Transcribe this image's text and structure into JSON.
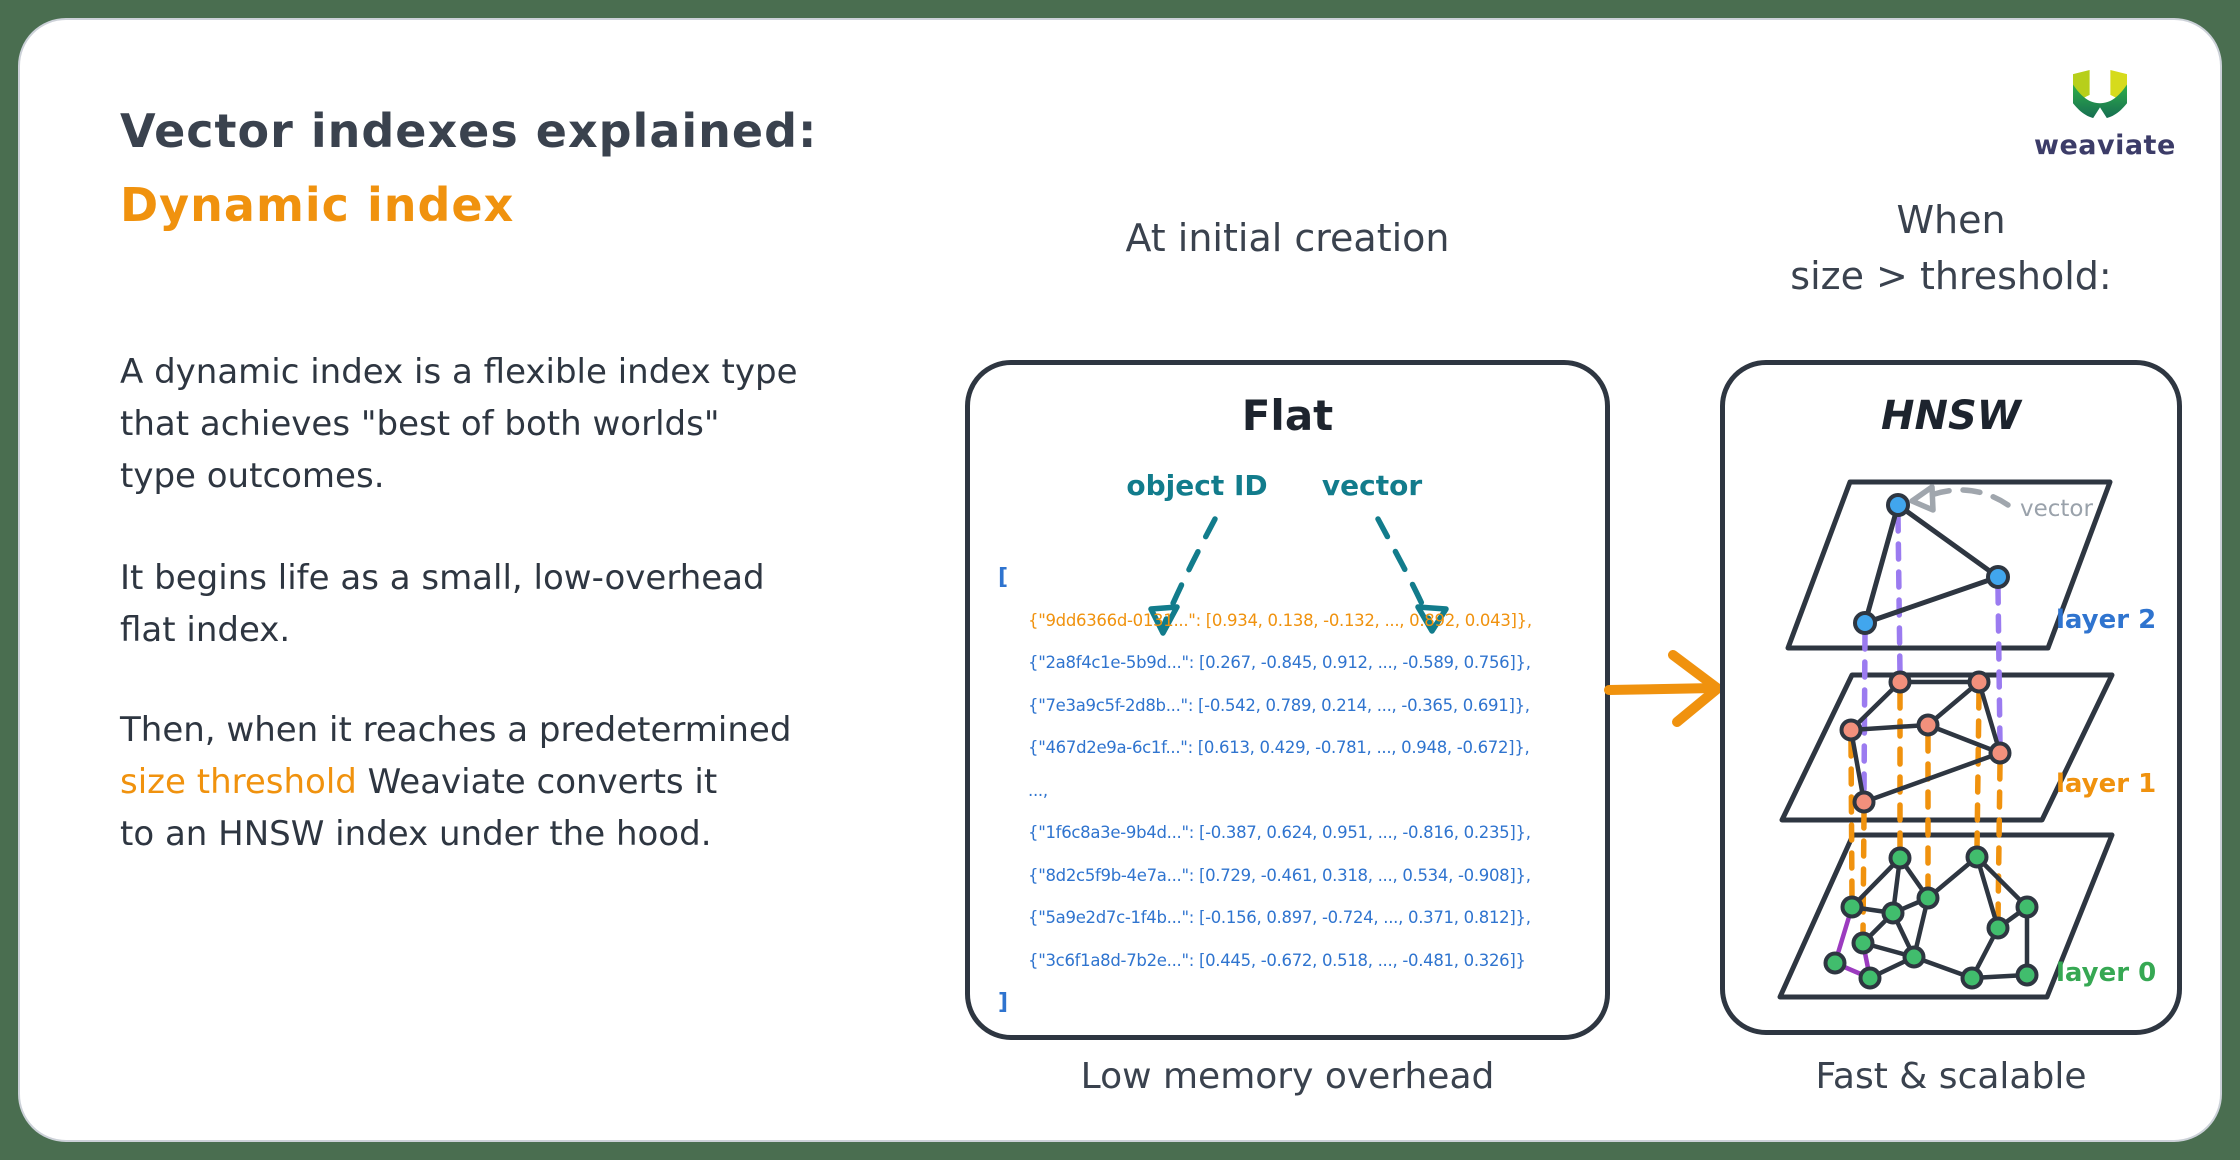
{
  "header": {
    "title_line1": "Vector indexes explained:",
    "title_line2": "Dynamic index",
    "brand": "weaviate"
  },
  "intro": {
    "p1_line1": "A dynamic index is a flexible index type",
    "p1_line2": "that achieves \"best of both worlds\"",
    "p1_line3": "type outcomes.",
    "p2_line1": "It begins life as a small, low-overhead",
    "p2_line2": "flat index.",
    "p3_line1": "Then, when it reaches a predetermined",
    "p3_line2_highlight": "size threshold",
    "p3_line2_rest": " Weaviate converts it",
    "p3_line3": "to an HNSW index under the hood."
  },
  "flat_panel": {
    "header": "At initial creation",
    "title": "Flat",
    "object_id_label": "object ID",
    "vector_label": "vector",
    "bracket_open": "[",
    "bracket_close": "]",
    "rows": [
      {
        "text": "{\"9dd6366d-0131...\": [0.934, 0.138, -0.132, ..., 0.892, 0.043]},",
        "color": "#f0920e"
      },
      {
        "text": "{\"2a8f4c1e-5b9d...\": [0.267, -0.845, 0.912, ..., -0.589, 0.756]},",
        "color": "#2f74cf"
      },
      {
        "text": "{\"7e3a9c5f-2d8b...\": [-0.542, 0.789, 0.214, ..., -0.365, 0.691]},",
        "color": "#2f74cf"
      },
      {
        "text": "{\"467d2e9a-6c1f...\": [0.613, 0.429, -0.781, ..., 0.948, -0.672]},",
        "color": "#2f74cf"
      },
      {
        "text": "...,",
        "color": "#2f74cf"
      },
      {
        "text": "{\"1f6c8a3e-9b4d...\": [-0.387, 0.624, 0.951, ..., -0.816, 0.235]},",
        "color": "#2f74cf"
      },
      {
        "text": "{\"8d2c5f9b-4e7a...\": [0.729, -0.461, 0.318, ..., 0.534, -0.908]},",
        "color": "#2f74cf"
      },
      {
        "text": "{\"5a9e2d7c-1f4b...\": [-0.156, 0.897, -0.724, ..., 0.371, 0.812]},",
        "color": "#2f74cf"
      },
      {
        "text": "{\"3c6f1a8d-7b2e...\": [0.445, -0.672, 0.518, ..., -0.481, 0.326]}",
        "color": "#2f74cf"
      }
    ],
    "caption": "Low memory overhead"
  },
  "hnsw_panel": {
    "header_line1": "When",
    "header_line2": "size > threshold:",
    "title": "HNSW",
    "vector_label": "vector",
    "layer_labels": [
      "layer 2",
      "layer 1",
      "layer 0"
    ],
    "caption": "Fast & scalable"
  },
  "colors": {
    "background_green": "#4a6e50",
    "accent_orange": "#f0920e",
    "teal": "#127c8c",
    "data_blue": "#2f74cf",
    "layer2_label_blue": "#2f74cf",
    "layer1_label_orange": "#f0920e",
    "layer0_label_green": "#36a853",
    "node_blue": "#41a6ee",
    "node_salmon": "#f2907c",
    "node_green": "#41bd6d",
    "purple_dash": "#9b7bf0",
    "purple_edge": "#9c3bbf",
    "gray_label": "#9aa2ab",
    "outline_dark": "#2e3641"
  }
}
